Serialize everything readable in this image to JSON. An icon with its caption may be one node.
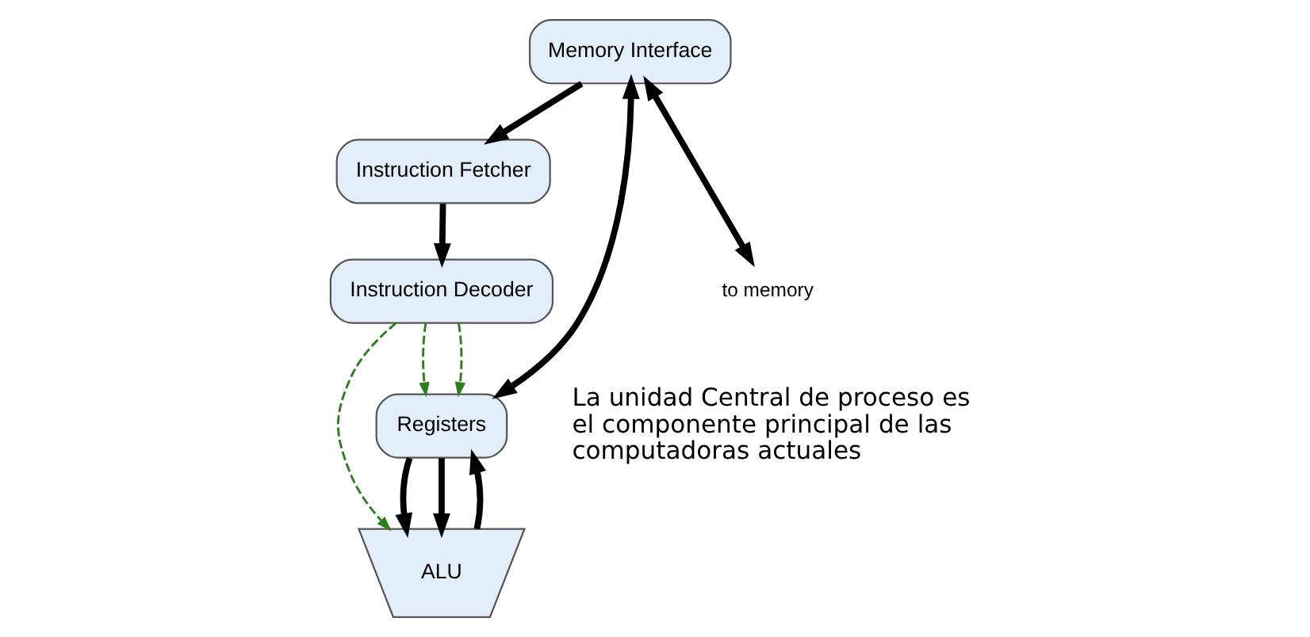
{
  "diagram": {
    "nodes": [
      {
        "text": [
          "Instruction Fetcher"
        ]
      },
      {
        "text": [
          "Instruction Decoder"
        ]
      },
      {
        "text": [
          "Memory Interface"
        ]
      },
      {
        "text": [
          "Registers"
        ]
      },
      {
        "text": [
          "ALU"
        ]
      },
      {
        "text": [
          "to memory"
        ]
      }
    ],
    "edges": [
      {
        "from": 0,
        "to": 1,
        "arrow": "to"
      },
      {
        "from": 1,
        "to": 3,
        "arrow": "to",
        "style": "dashed",
        "color": "#2e7d1f"
      },
      {
        "from": 1,
        "to": 3,
        "arrow": "to",
        "style": "dashed",
        "color": "#2e7d1f"
      },
      {
        "from": 1,
        "to": 4,
        "arrow": "to",
        "style": "dashed",
        "color": "#2e7d1f"
      },
      {
        "from": 2,
        "to": 0,
        "arrow": "to"
      },
      {
        "from": 2,
        "to": 5,
        "arrow": "both"
      },
      {
        "from": 2,
        "to": 3,
        "arrow": "both"
      },
      {
        "from": 3,
        "to": 4,
        "arrow": "to"
      },
      {
        "from": 3,
        "to": 4,
        "arrow": "to"
      },
      {
        "from": 4,
        "to": 3,
        "arrow": "to"
      }
    ],
    "labels": [
      "La unidad Central de proceso es el componente principal de las computadoras actuales"
    ]
  }
}
